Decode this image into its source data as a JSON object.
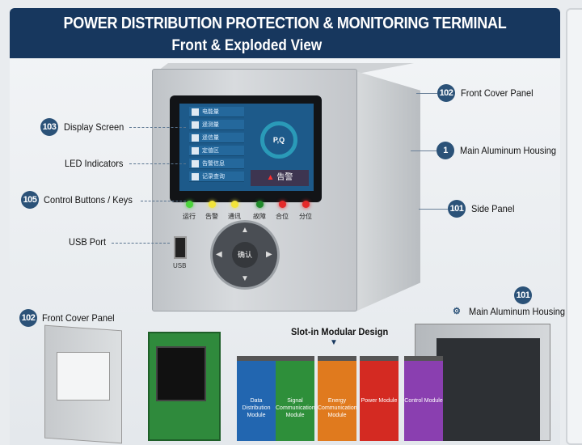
{
  "header": {
    "title": "POWER DISTRIBUTION PROTECTION & MONITORING TERMINAL",
    "subtitle": "Front & Exploded View"
  },
  "callouts": {
    "display": {
      "num": "103",
      "label": "Display Screen"
    },
    "led": {
      "label": "LED Indicators"
    },
    "keys": {
      "num": "105",
      "label": "Control Buttons / Keys"
    },
    "usb": {
      "label": "USB Port"
    },
    "front_cover": {
      "num": "102",
      "label": "Front Cover Panel"
    },
    "housing": {
      "num": "1",
      "label": "Main Aluminum Housing"
    },
    "side": {
      "num": "101",
      "label": "Side Panel"
    },
    "exploded_cover": {
      "num": "102",
      "label": "Front Cover Panel"
    },
    "exploded_housing": {
      "num": "101",
      "label": "Main Aluminum Housing"
    },
    "modular": {
      "label": "Slot-in Modular Design"
    }
  },
  "screen": {
    "menu": [
      "电能量",
      "遥测量",
      "遥信量",
      "定值区",
      "告警信息",
      "记录查询"
    ],
    "gauge_label": "P,Q",
    "alarm": "告警"
  },
  "leds": [
    {
      "label": "运行",
      "color": "#4cd43c"
    },
    {
      "label": "告警",
      "color": "#f2e43a"
    },
    {
      "label": "通讯",
      "color": "#f2e43a"
    },
    {
      "label": "故障",
      "color": "#1f8a2a"
    },
    {
      "label": "合位",
      "color": "#e52a2a"
    },
    {
      "label": "分位",
      "color": "#e52a2a"
    }
  ],
  "keypad": {
    "ok": "确认"
  },
  "usb_label": "USB",
  "modules": [
    {
      "label": "Data Distribution Module",
      "color": "#2266b0"
    },
    {
      "label": "Signal Communication Module",
      "color": "#2e8f3a"
    },
    {
      "label": "Energy Communication Module",
      "color": "#e07a1e"
    },
    {
      "label": "Power Module",
      "color": "#d42a22"
    },
    {
      "label": "Control Module",
      "color": "#8a3fb0"
    }
  ]
}
